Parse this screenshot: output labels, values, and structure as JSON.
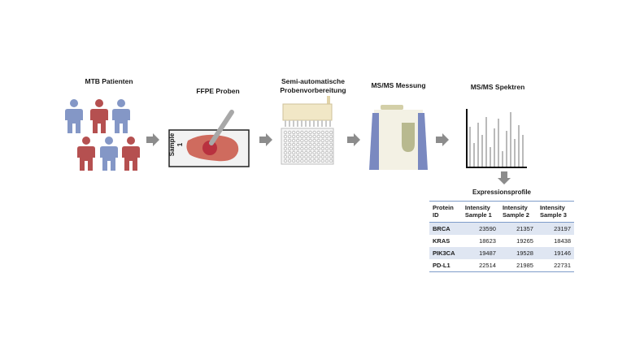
{
  "steps": {
    "patients": "MTB Patienten",
    "ffpe": "FFPE Proben",
    "prep": "Semi-automatische\nProbenvorbereitung",
    "ms": "MS/MS Messung",
    "spectra": "MS/MS Spektren"
  },
  "sample_label": "Sample\n1",
  "table": {
    "title": "Expressionsprofile",
    "headers": [
      "Protein\nID",
      "Intensity\nSample 1",
      "Intensity\nSample 2",
      "Intensity\nSample 3"
    ],
    "rows": [
      {
        "id": "BRCA",
        "values": [
          "23590",
          "21357",
          "23197"
        ]
      },
      {
        "id": "KRAS",
        "values": [
          "18623",
          "19265",
          "18438"
        ]
      },
      {
        "id": "PIK3CA",
        "values": [
          "19487",
          "19528",
          "19146"
        ]
      },
      {
        "id": "PD-L1",
        "values": [
          "22514",
          "21985",
          "22731"
        ]
      }
    ]
  },
  "colors": {
    "patient_blue": "#8497c6",
    "patient_red": "#b55050",
    "arrow_gray": "#8c8c8c",
    "tissue": "#cf6b5e",
    "tissue_dark": "#b8313f",
    "table_shade": "#dfe6f2"
  }
}
